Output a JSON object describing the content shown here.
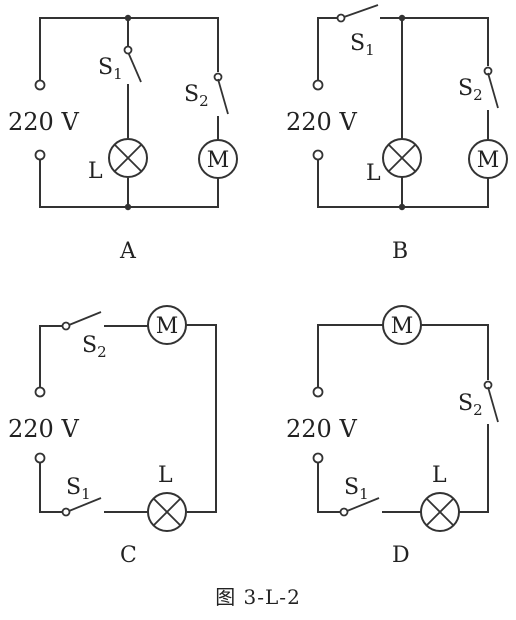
{
  "diagrams": [
    {
      "option": "A",
      "voltage": "220 V",
      "switch1": "S",
      "switch1_sub": "1",
      "switch2": "S",
      "switch2_sub": "2",
      "lamp": "L",
      "motor": "M"
    },
    {
      "option": "B",
      "voltage": "220 V",
      "switch1": "S",
      "switch1_sub": "1",
      "switch2": "S",
      "switch2_sub": "2",
      "lamp": "L",
      "motor": "M"
    },
    {
      "option": "C",
      "voltage": "220 V",
      "switch1": "S",
      "switch1_sub": "1",
      "switch2": "S",
      "switch2_sub": "2",
      "lamp": "L",
      "motor": "M"
    },
    {
      "option": "D",
      "voltage": "220 V",
      "switch1": "S",
      "switch1_sub": "1",
      "switch2": "S",
      "switch2_sub": "2",
      "lamp": "L",
      "motor": "M"
    }
  ],
  "figure_caption": "图 3-L-2"
}
